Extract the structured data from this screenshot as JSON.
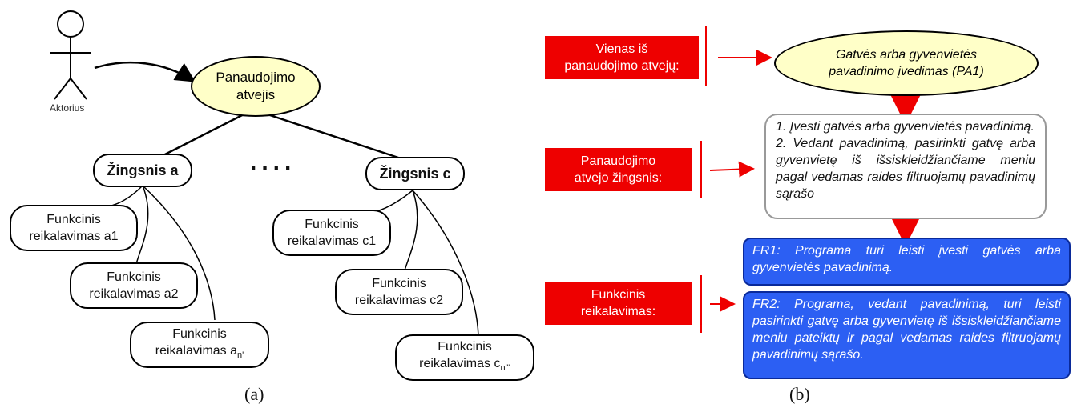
{
  "panel_a": {
    "actor_label": "Aktorius",
    "use_case_line1": "Panaudojimo",
    "use_case_line2": "atvejis",
    "step_a": "Žingsnis a",
    "step_c": "Žingsnis c",
    "dots": "....",
    "req_a1": [
      "Funkcinis",
      "reikalavimas a1"
    ],
    "req_a2": [
      "Funkcinis",
      "reikalavimas a2"
    ],
    "req_an": [
      "Funkcinis",
      "reikalavimas a",
      "n'"
    ],
    "req_c1": [
      "Funkcinis",
      "reikalavimas c1"
    ],
    "req_c2": [
      "Funkcinis",
      "reikalavimas c2"
    ],
    "req_cn": [
      "Funkcinis",
      "reikalavimas c",
      "n'''"
    ],
    "caption": "(a)"
  },
  "panel_b": {
    "label1": [
      "Vienas iš",
      "panaudojimo atvejų:"
    ],
    "label2": [
      "Panaudojimo",
      "atvejo žingsnis:"
    ],
    "label3": [
      "Funkcinis",
      "reikalavimas:"
    ],
    "use_case": [
      "Gatvės arba gyvenvietės",
      "pavadinimo įvedimas (PA1)"
    ],
    "steps_text": "1. Įvesti gatvės arba gyvenvietės pavadinimą.\n2. Vedant pavadinimą, pasirinkti gatvę arba gyvenvietę iš išsiskleidžiančiame meniu pagal vedamas raides filtruojamų pavadinimų sąrašo",
    "fr1": "FR1: Programa turi leisti įvesti gatvės arba gyvenvietės pavadinimą.",
    "fr2": "FR2: Programa, vedant pavadinimą, turi leisti pasirinkti gatvę arba gyvenvietę iš išsiskleidžiančiame meniu pateiktų ir pagal vedamas raides filtruojamų pavadinimų sąrašo.",
    "caption": "(b)"
  },
  "colors": {
    "red": "#ee0000",
    "blue": "#2c5ff3",
    "ellipse_fill": "#ffffc8"
  }
}
